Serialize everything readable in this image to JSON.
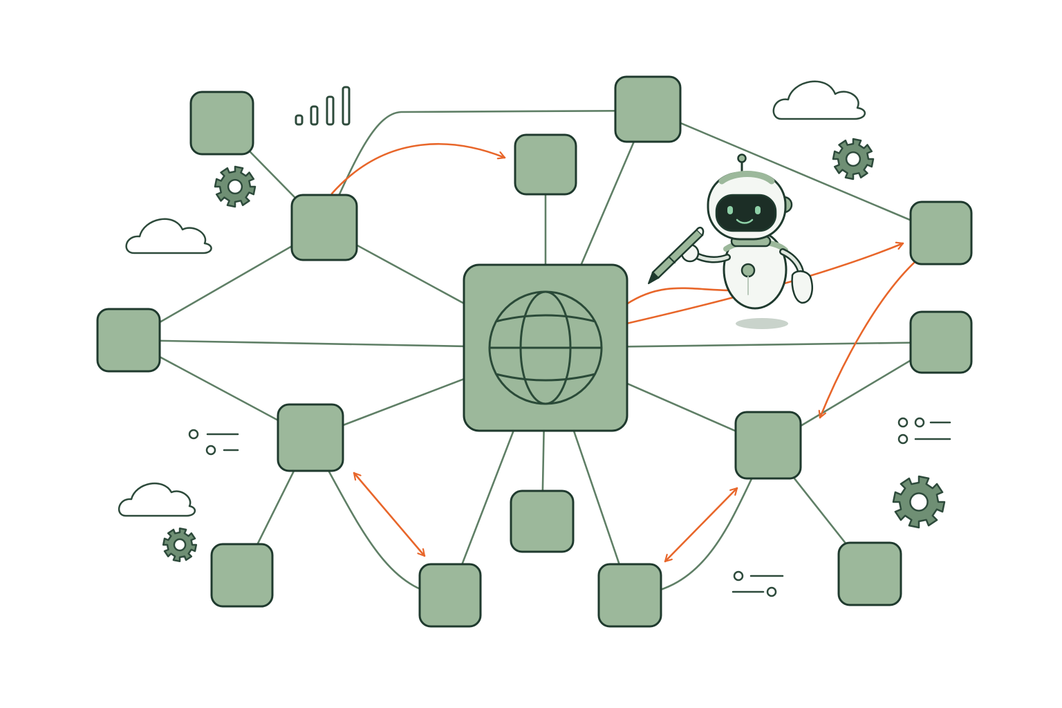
{
  "colors": {
    "background": "#ffffff",
    "node_fill": "#9cb89b",
    "node_stroke": "#1f3a2e",
    "edge": "#5f7f66",
    "accent_arrow": "#e8662a",
    "icon_stroke": "#2d4a3b",
    "gear_fill": "#6f8f74",
    "robot_white": "#f4f7f3",
    "robot_visor": "#1c2e26",
    "robot_eye": "#8fd1a8"
  },
  "diagram": {
    "hub": {
      "name": "hub-node",
      "icon": "globe-icon"
    },
    "nodes": [
      {
        "id": "n1",
        "name": "node-top-left"
      },
      {
        "id": "n2",
        "name": "node-upper-left"
      },
      {
        "id": "n3",
        "name": "node-top-center"
      },
      {
        "id": "n4",
        "name": "node-top-right-center"
      },
      {
        "id": "n5",
        "name": "node-right-upper"
      },
      {
        "id": "n6",
        "name": "node-left-middle"
      },
      {
        "id": "n7",
        "name": "node-right-middle"
      },
      {
        "id": "n8",
        "name": "node-lower-left"
      },
      {
        "id": "n9",
        "name": "node-lower-right"
      },
      {
        "id": "n10",
        "name": "node-bottom-center"
      },
      {
        "id": "n11",
        "name": "node-bottom-far-left"
      },
      {
        "id": "n12",
        "name": "node-bottom-left"
      },
      {
        "id": "n13",
        "name": "node-bottom-right"
      },
      {
        "id": "n14",
        "name": "node-bottom-far-right"
      }
    ],
    "edges": [
      [
        "n1",
        "n2"
      ],
      [
        "n2",
        "hub"
      ],
      [
        "n2",
        "n6"
      ],
      [
        "n2",
        "n4"
      ],
      [
        "n3",
        "hub"
      ],
      [
        "n4",
        "hub"
      ],
      [
        "n4",
        "n5"
      ],
      [
        "n6",
        "hub"
      ],
      [
        "n6",
        "n8"
      ],
      [
        "n7",
        "hub"
      ],
      [
        "n7",
        "n9"
      ],
      [
        "n9",
        "hub"
      ],
      [
        "n8",
        "hub"
      ],
      [
        "n8",
        "n11"
      ],
      [
        "n8",
        "n12"
      ],
      [
        "hub",
        "n12"
      ],
      [
        "hub",
        "n10"
      ],
      [
        "hub",
        "n13"
      ],
      [
        "n9",
        "n13"
      ],
      [
        "n9",
        "n14"
      ]
    ],
    "flows": [
      {
        "from": "n2",
        "to": "n3",
        "direction": "forward"
      },
      {
        "from": "hub",
        "to": "n5",
        "direction": "forward"
      },
      {
        "from": "n5",
        "to": "n9",
        "direction": "forward"
      },
      {
        "from": "n8",
        "to": "n12",
        "direction": "both"
      },
      {
        "from": "n13",
        "to": "n9",
        "direction": "both"
      }
    ],
    "decorations": [
      "signal-bars-icon",
      "cloud-icon",
      "gear-icon",
      "list-icon",
      "robot-icon",
      "pen-icon"
    ]
  }
}
